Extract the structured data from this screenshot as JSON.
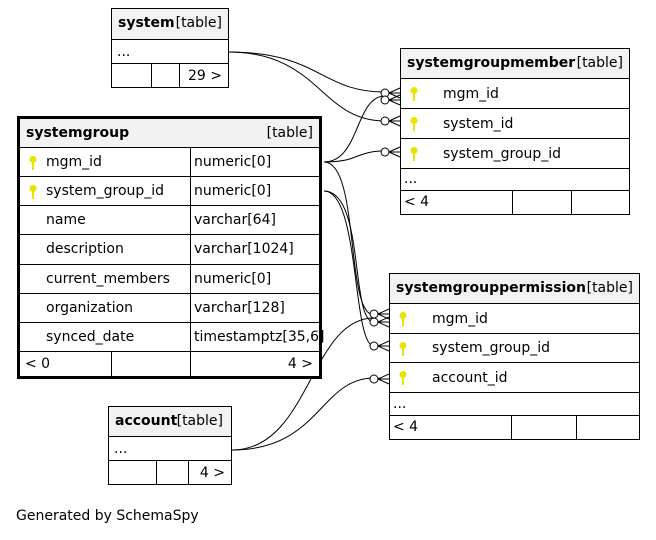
{
  "kind_label": "[table]",
  "tables": {
    "system": {
      "name": "system",
      "ellipsis": "...",
      "children": "29 >"
    },
    "systemgroup": {
      "name": "systemgroup",
      "columns": [
        {
          "name": "mgm_id",
          "type": "numeric[0]",
          "key": true
        },
        {
          "name": "system_group_id",
          "type": "numeric[0]",
          "key": true
        },
        {
          "name": "name",
          "type": "varchar[64]",
          "key": false
        },
        {
          "name": "description",
          "type": "varchar[1024]",
          "key": false
        },
        {
          "name": "current_members",
          "type": "numeric[0]",
          "key": false
        },
        {
          "name": "organization",
          "type": "varchar[128]",
          "key": false
        },
        {
          "name": "synced_date",
          "type": "timestamptz[35,6]",
          "key": false
        }
      ],
      "parents": "< 0",
      "children": "4 >"
    },
    "account": {
      "name": "account",
      "ellipsis": "...",
      "children": "4 >"
    },
    "systemgroupmember": {
      "name": "systemgroupmember",
      "columns": [
        "mgm_id",
        "system_id",
        "system_group_id"
      ],
      "ellipsis": "...",
      "parents": "< 4"
    },
    "systemgrouppermission": {
      "name": "systemgrouppermission",
      "columns": [
        "mgm_id",
        "system_group_id",
        "account_id"
      ],
      "ellipsis": "...",
      "parents": "< 4"
    }
  },
  "colors": {
    "key": "#e6e600",
    "header_bg": "#f2f2f2"
  },
  "footer": "Generated by SchemaSpy"
}
